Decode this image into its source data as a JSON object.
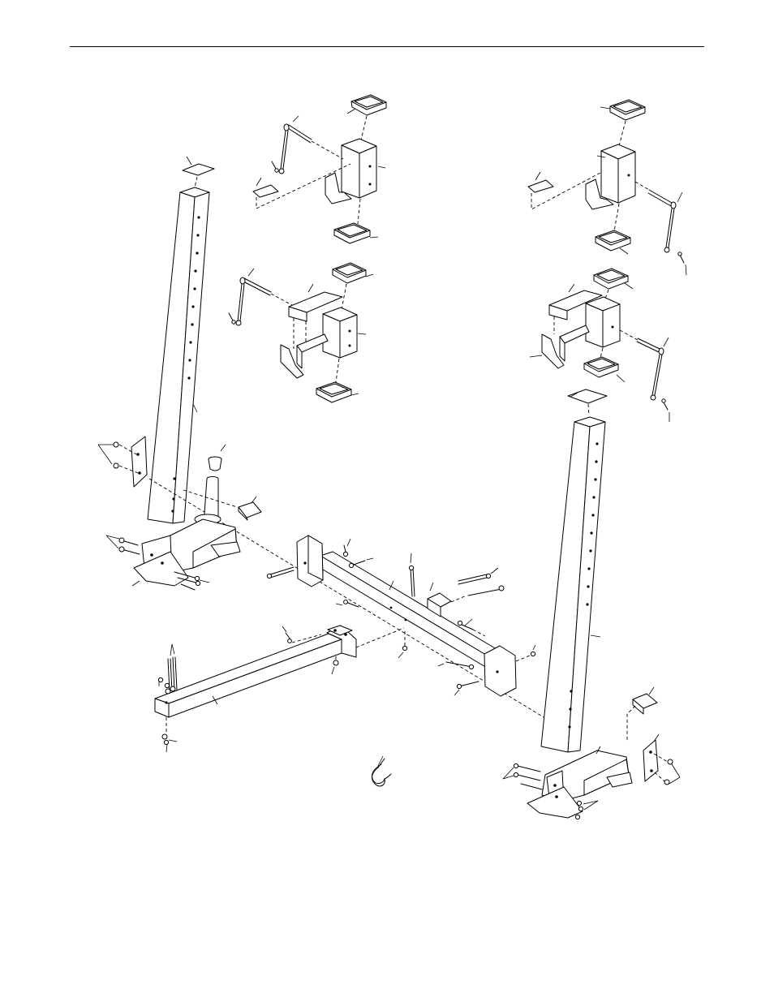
{
  "page": {
    "type": "exploded assembly drawing",
    "header_rule": true
  },
  "parts": [
    "left-upright",
    "right-upright",
    "upper-left-bracket",
    "lower-left-bracket",
    "upper-right-bracket",
    "lower-right-bracket",
    "bar-holder-caps",
    "end-caps",
    "storage-post",
    "rear-crossbar",
    "front-crossbar",
    "left-base",
    "right-base",
    "adjustment-pins",
    "hardware-bolts-nuts",
    "spring-clip"
  ],
  "colors": {
    "line": "#000000",
    "background": "#ffffff"
  }
}
